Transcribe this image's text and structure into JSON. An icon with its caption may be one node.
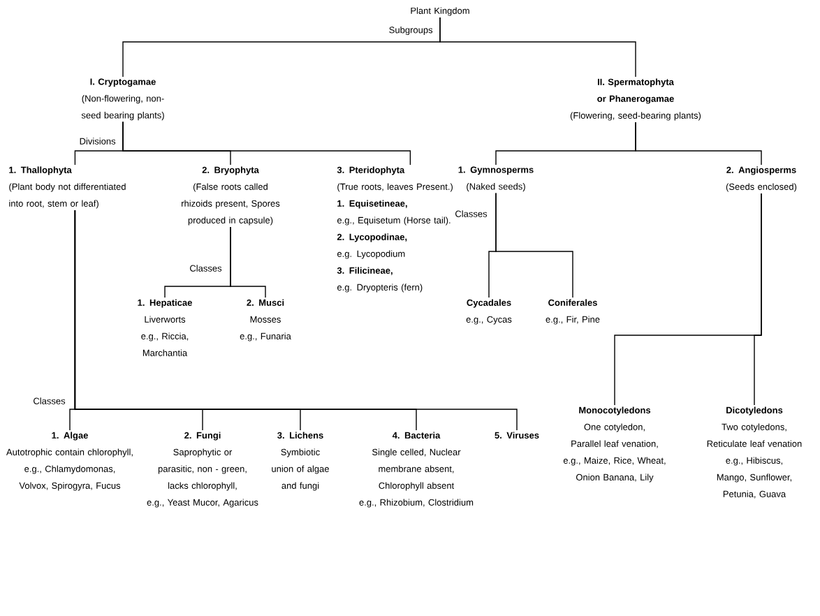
{
  "diagram": {
    "nodes": [
      {
        "text": [
          "Plant Kingdom"
        ]
      },
      {
        "text": [
          "I. Cryptogamae",
          "(Non-flowering, non-seed bearing plants)"
        ]
      },
      {
        "text": [
          "II. Spermatophyta or Phanerogamae",
          "(Flowering, seed-bearing plants)"
        ]
      },
      {
        "text": [
          "1. Thallophyta",
          "(Plant body not differentiated into root, stem or leaf)"
        ]
      },
      {
        "text": [
          "2. Bryophyta",
          "(False roots called rhizoids present, Spores produced in capsule)"
        ]
      },
      {
        "text": [
          "3. Pteridophyta",
          "(True roots, leaves Present.)",
          "1. Equisetineae,",
          "e.g., Equisetum (Horse tail).",
          "2. Lycopodinae,",
          "e.g. Lycopodium",
          "3. Filicineae,",
          "e.g. Dryopteris (fern)"
        ]
      },
      {
        "text": [
          "1. Hepaticae",
          "Liverworts",
          "e.g., Riccia, Marchantia"
        ]
      },
      {
        "text": [
          "2. Musci",
          "Mosses",
          "e.g., Funaria"
        ]
      },
      {
        "text": [
          "1. Gymnosperms",
          "(Naked seeds)"
        ]
      },
      {
        "text": [
          "2. Angiosperms",
          "(Seeds enclosed)"
        ]
      },
      {
        "text": [
          "Cycadales",
          "e.g., Cycas"
        ]
      },
      {
        "text": [
          "Coniferales",
          "e.g., Fir, Pine"
        ]
      },
      {
        "text": [
          "Monocotyledons",
          "One cotyledon, Parallel leaf venation,",
          "e.g., Maize, Rice, Wheat, Onion Banana, Lily"
        ]
      },
      {
        "text": [
          "Dicotyledons",
          "Two cotyledons, Reticulate leaf venation",
          "e.g., Hibiscus, Mango, Sunflower, Petunia, Guava"
        ]
      },
      {
        "text": [
          "1. Algae",
          "Autotrophic contain chlorophyll,",
          "e.g., Chlamydomonas, Volvox, Spirogyra, Fucus"
        ]
      },
      {
        "text": [
          "2. Fungi",
          "Saprophytic or parasitic, non - green, lacks chlorophyll,",
          "e.g., Yeast Mucor, Agaricus"
        ]
      },
      {
        "text": [
          "3. Lichens",
          "Symbiotic union of algae and fungi"
        ]
      },
      {
        "text": [
          "4. Bacteria",
          "Single celled, Nuclear membrane absent, Chlorophyll absent",
          "e.g., Rhizobium, Clostridium"
        ]
      },
      {
        "text": [
          "5. Viruses"
        ]
      }
    ],
    "edges": [
      {
        "from": 0,
        "to": 1,
        "arrow": "none"
      },
      {
        "from": 0,
        "to": 2,
        "arrow": "none"
      },
      {
        "from": 1,
        "to": 3,
        "arrow": "none"
      },
      {
        "from": 1,
        "to": 4,
        "arrow": "none"
      },
      {
        "from": 1,
        "to": 5,
        "arrow": "none"
      },
      {
        "from": 4,
        "to": 6,
        "arrow": "none"
      },
      {
        "from": 4,
        "to": 7,
        "arrow": "none"
      },
      {
        "from": 2,
        "to": 8,
        "arrow": "none"
      },
      {
        "from": 2,
        "to": 9,
        "arrow": "none"
      },
      {
        "from": 8,
        "to": 10,
        "arrow": "none"
      },
      {
        "from": 8,
        "to": 11,
        "arrow": "none"
      },
      {
        "from": 9,
        "to": 12,
        "arrow": "none"
      },
      {
        "from": 9,
        "to": 13,
        "arrow": "none"
      },
      {
        "from": 3,
        "to": 14,
        "arrow": "none"
      },
      {
        "from": 3,
        "to": 15,
        "arrow": "none"
      },
      {
        "from": 3,
        "to": 16,
        "arrow": "none"
      },
      {
        "from": 3,
        "to": 17,
        "arrow": "none"
      },
      {
        "from": 3,
        "to": 18,
        "arrow": "none"
      }
    ],
    "labels": [
      "Subgroups",
      "Divisions",
      "Classes",
      "Classes",
      "Classes"
    ]
  }
}
